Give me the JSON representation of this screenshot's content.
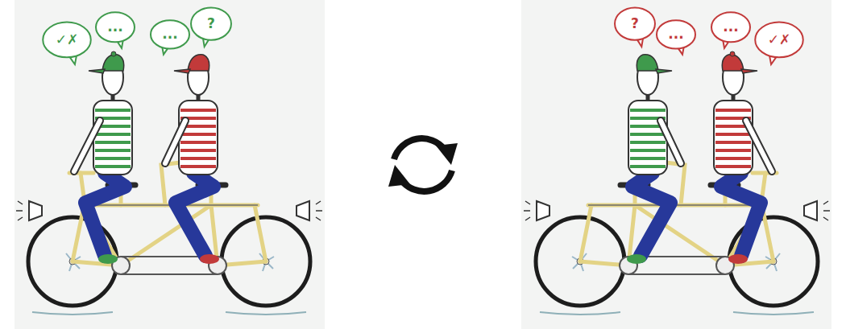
{
  "diagram": {
    "nodes": [
      {
        "text": [
          "✓✗"
        ]
      },
      {
        "text": [
          "..."
        ]
      },
      {
        "text": [
          "..."
        ]
      },
      {
        "text": [
          "?"
        ]
      },
      {
        "text": [
          "?"
        ]
      },
      {
        "text": [
          "..."
        ]
      },
      {
        "text": [
          "..."
        ]
      },
      {
        "text": [
          "✓✗"
        ]
      }
    ]
  }
}
